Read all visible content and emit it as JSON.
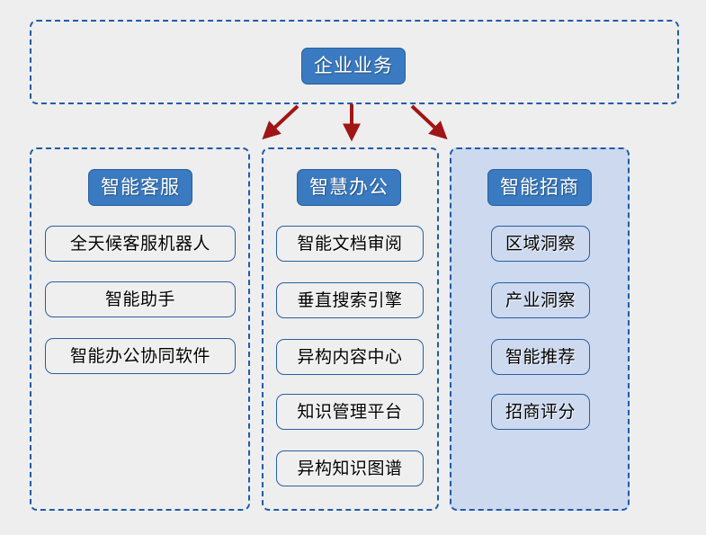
{
  "diagram": {
    "root": {
      "label": "企业业务"
    },
    "columns": [
      {
        "header": "智能客服",
        "items": [
          "全天候客服机器人",
          "智能助手",
          "智能办公协同软件"
        ]
      },
      {
        "header": "智慧办公",
        "items": [
          "智能文档审阅",
          "垂直搜索引擎",
          "异构内容中心",
          "知识管理平台",
          "异构知识图谱"
        ]
      },
      {
        "header": "智能招商",
        "items": [
          "区域洞察",
          "产业洞察",
          "智能推荐",
          "招商评分"
        ]
      }
    ],
    "connectors": [
      {
        "name": "arrow-left",
        "direction": "down-left"
      },
      {
        "name": "arrow-middle",
        "direction": "down"
      },
      {
        "name": "arrow-right",
        "direction": "down-right"
      }
    ],
    "colors": {
      "background": "#eeeeee",
      "header_fill": "#3a7ac0",
      "header_text": "#ffffff",
      "border_blue": "#1f5baa",
      "leaf_fill": "#efefef",
      "highlight_column_fill": "#ccd9ef",
      "arrow": "#a01515"
    }
  }
}
